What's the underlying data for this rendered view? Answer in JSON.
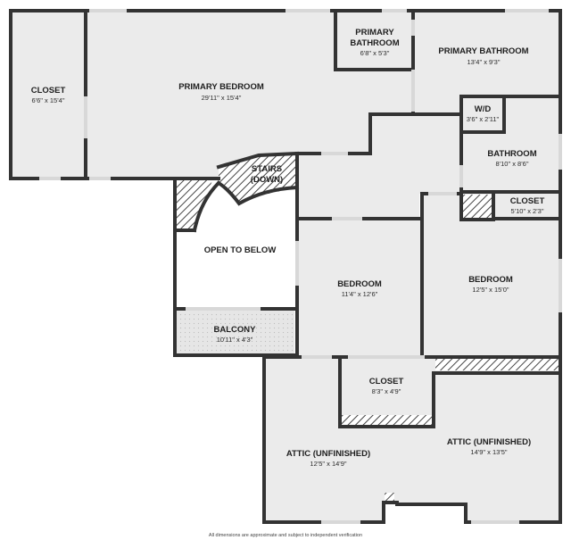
{
  "colors": {
    "wall": "#333333",
    "floor": "#ebebeb",
    "open_area": "#ffffff",
    "balcony": "#e3e3e3",
    "hatch": "#444444",
    "window": "#d8d8d8"
  },
  "rooms": {
    "closet_left": {
      "name": "CLOSET",
      "dims": "6'6\" x 15'4\""
    },
    "primary_bedroom": {
      "name": "PRIMARY BEDROOM",
      "dims": "29'11\" x 15'4\""
    },
    "primary_bathroom_small": {
      "name_line1": "PRIMARY",
      "name_line2": "BATHROOM",
      "dims": "6'8\" x 5'3\""
    },
    "primary_bathroom_large": {
      "name": "PRIMARY BATHROOM",
      "dims": "13'4\" x 9'3\""
    },
    "wd": {
      "name": "W/D",
      "dims": "3'6\" x 2'11\""
    },
    "bathroom": {
      "name": "BATHROOM",
      "dims": "8'10\" x 8'6\""
    },
    "stairs": {
      "name_line1": "STAIRS",
      "name_line2": "(DOWN)"
    },
    "closet_right": {
      "name": "CLOSET",
      "dims": "5'10\" x 2'3\""
    },
    "open_to_below": {
      "name": "OPEN TO BELOW"
    },
    "bedroom_center": {
      "name": "BEDROOM",
      "dims": "11'4\" x 12'6\""
    },
    "bedroom_right": {
      "name": "BEDROOM",
      "dims": "12'5\" x 15'0\""
    },
    "balcony": {
      "name": "BALCONY",
      "dims": "10'11\" x 4'3\""
    },
    "closet_bottom": {
      "name": "CLOSET",
      "dims": "8'3\" x 4'9\""
    },
    "attic_left": {
      "name": "ATTIC (UNFINISHED)",
      "dims": "12'5\" x 14'9\""
    },
    "attic_right": {
      "name": "ATTIC (UNFINISHED)",
      "dims": "14'9\" x 13'5\""
    }
  },
  "footer": {
    "disclaimer": "All dimensions are approximate and subject to independent verification"
  }
}
